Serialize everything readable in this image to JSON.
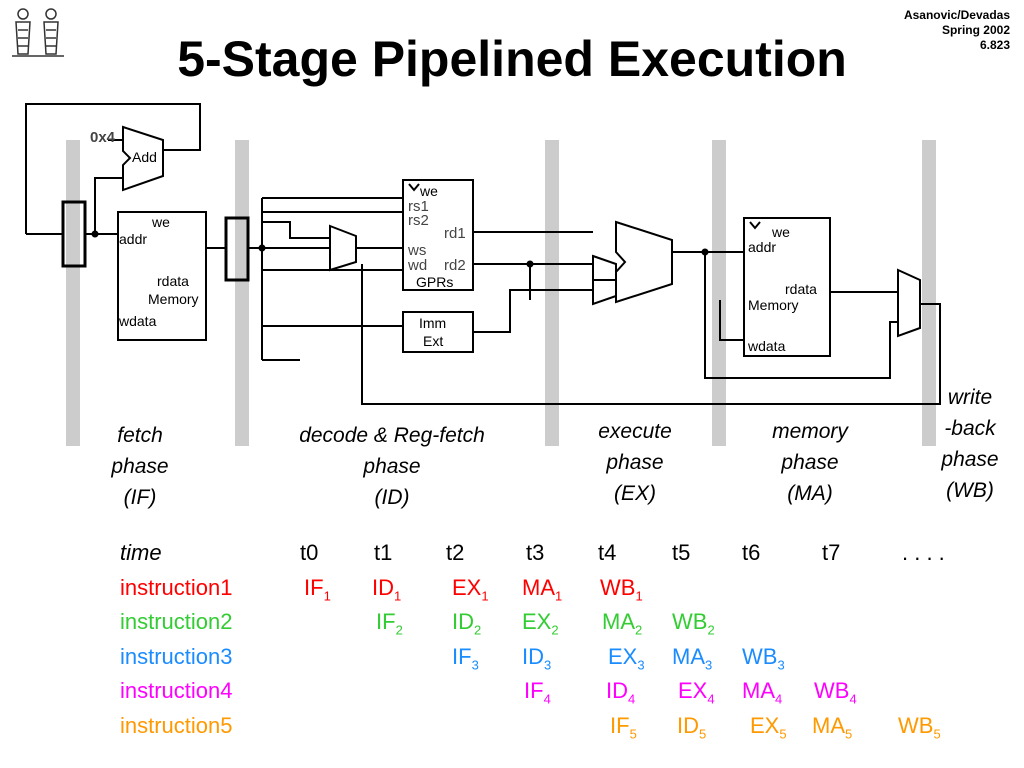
{
  "title": "5-Stage Pipelined Execution",
  "header": {
    "line1": "Asanovic/Devadas",
    "line2": "Spring 2002",
    "line3": "6.823"
  },
  "diagram": {
    "inc": "0x4",
    "add": "Add",
    "imem": {
      "we": "we",
      "addr": "addr",
      "rdata": "rdata",
      "name": "Memory",
      "wdata": "wdata"
    },
    "gprs": {
      "we": "we",
      "rs1": "rs1",
      "rs2": "rs2",
      "rd1": "rd1",
      "ws": "ws",
      "wd": "wd",
      "rd2": "rd2",
      "name": "GPRs"
    },
    "imm": {
      "line1": "Imm",
      "line2": "Ext"
    },
    "dmem": {
      "we": "we",
      "addr": "addr",
      "rdata": "rdata",
      "name": "Memory",
      "wdata": "wdata"
    }
  },
  "stages": [
    {
      "l1": "fetch",
      "l2": "phase",
      "l3": "(IF)"
    },
    {
      "l1": "decode & Reg-fetch",
      "l2": "phase",
      "l3": "(ID)"
    },
    {
      "l1": "execute",
      "l2": "phase",
      "l3": "(EX)"
    },
    {
      "l1": "memory",
      "l2": "phase",
      "l3": "(MA)"
    },
    {
      "l1": "write",
      "l2": "-back",
      "l3": "phase",
      "l4": "(WB)"
    }
  ],
  "timeline": {
    "label": "time",
    "ticks": [
      "t0",
      "t1",
      "t2",
      "t3",
      "t4",
      "t5",
      "t6",
      "t7",
      ". . . ."
    ],
    "instructions": [
      {
        "name": "instruction1",
        "color": "#ff0000",
        "cells": [
          [
            "IF",
            "1"
          ],
          [
            "ID",
            "1"
          ],
          [
            "EX",
            "1"
          ],
          [
            "MA",
            "1"
          ],
          [
            "WB",
            "1"
          ]
        ]
      },
      {
        "name": "instruction2",
        "color": "#33cc33",
        "cells": [
          [
            "IF",
            "2"
          ],
          [
            "ID",
            "2"
          ],
          [
            "EX",
            "2"
          ],
          [
            "MA",
            "2"
          ],
          [
            "WB",
            "2"
          ]
        ]
      },
      {
        "name": "instruction3",
        "color": "#1a8cff",
        "cells": [
          [
            "IF",
            "3"
          ],
          [
            "ID",
            "3"
          ],
          [
            "EX",
            "3"
          ],
          [
            "MA",
            "3"
          ],
          [
            "WB",
            "3"
          ]
        ]
      },
      {
        "name": "instruction4",
        "color": "#ff00ff",
        "cells": [
          [
            "IF",
            "4"
          ],
          [
            "ID",
            "4"
          ],
          [
            "EX",
            "4"
          ],
          [
            "MA",
            "4"
          ],
          [
            "WB",
            "4"
          ]
        ]
      },
      {
        "name": "instruction5",
        "color": "#ff9900",
        "cells": [
          [
            "IF",
            "5"
          ],
          [
            "ID",
            "5"
          ],
          [
            "EX",
            "5"
          ],
          [
            "MA",
            "5"
          ],
          [
            "WB",
            "5"
          ]
        ]
      }
    ]
  }
}
